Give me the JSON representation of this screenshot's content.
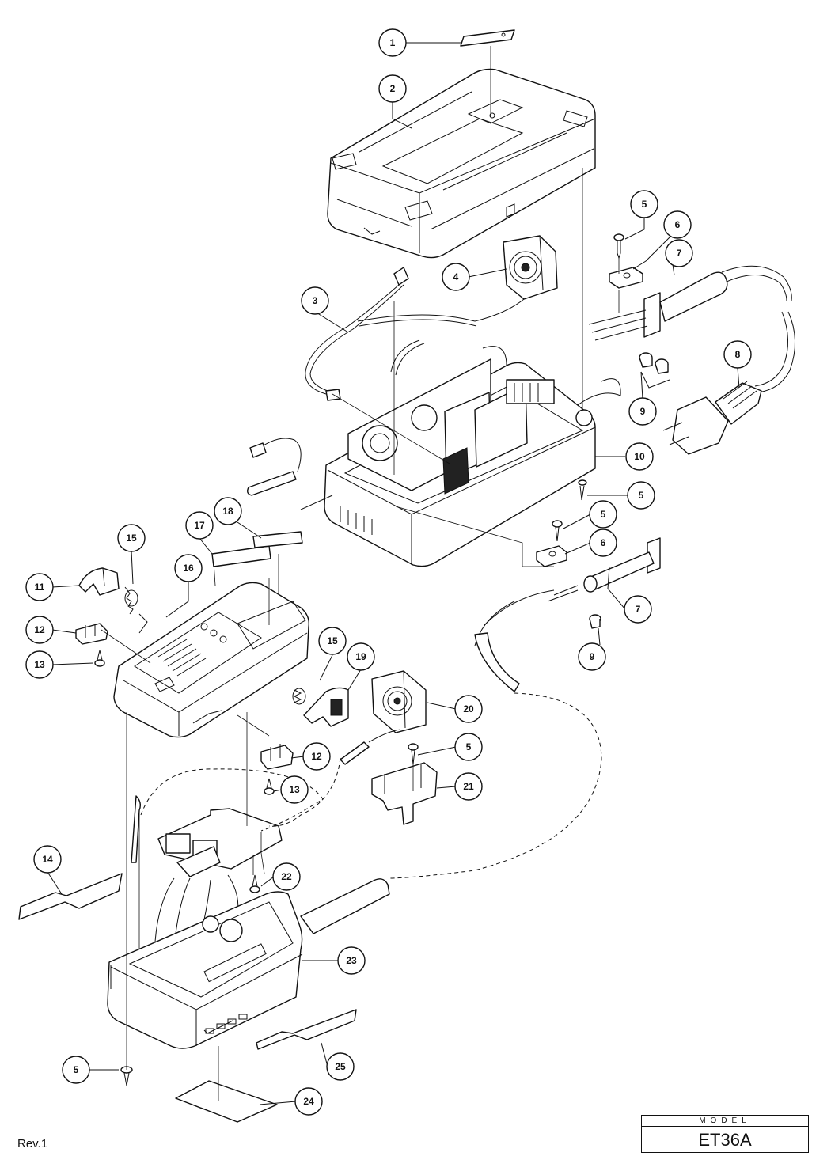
{
  "callouts": [
    {
      "label": "1"
    },
    {
      "label": "2"
    },
    {
      "label": "3"
    },
    {
      "label": "4"
    },
    {
      "label": "5"
    },
    {
      "label": "6"
    },
    {
      "label": "7"
    },
    {
      "label": "8"
    },
    {
      "label": "9"
    },
    {
      "label": "9"
    },
    {
      "label": "10"
    },
    {
      "label": "5"
    },
    {
      "label": "5"
    },
    {
      "label": "6"
    },
    {
      "label": "7"
    },
    {
      "label": "15"
    },
    {
      "label": "17"
    },
    {
      "label": "18"
    },
    {
      "label": "11"
    },
    {
      "label": "16"
    },
    {
      "label": "12"
    },
    {
      "label": "13"
    },
    {
      "label": "15"
    },
    {
      "label": "19"
    },
    {
      "label": "20"
    },
    {
      "label": "5"
    },
    {
      "label": "12"
    },
    {
      "label": "21"
    },
    {
      "label": "13"
    },
    {
      "label": "14"
    },
    {
      "label": "22"
    },
    {
      "label": "23"
    },
    {
      "label": "5"
    },
    {
      "label": "25"
    },
    {
      "label": "24"
    }
  ],
  "footer": {
    "revision": "Rev.1",
    "model_caption": "MODEL",
    "model_name": "ET36A"
  }
}
